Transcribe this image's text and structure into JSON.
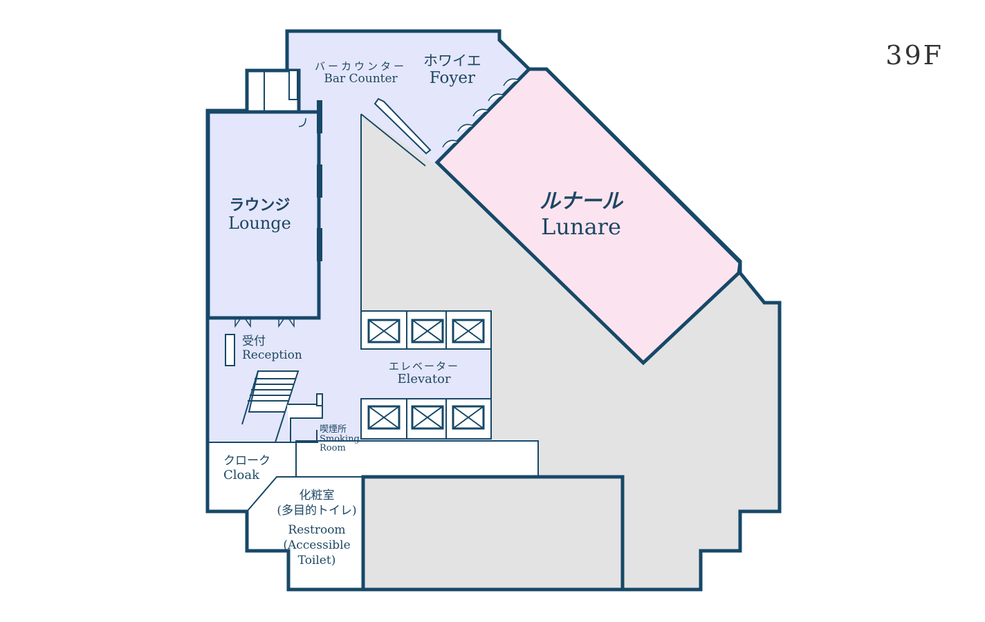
{
  "floor": "39F",
  "colors": {
    "wall": "#174868",
    "common": "#e4e6fb",
    "hall": "#fbe4ef",
    "service": "#e3e3e3"
  },
  "rooms": {
    "bar": {
      "ja": "バーカウンター",
      "en": "Bar Counter"
    },
    "foyer": {
      "ja": "ホワイエ",
      "en": "Foyer"
    },
    "lounge": {
      "ja": "ラウンジ",
      "en": "Lounge"
    },
    "lunare": {
      "ja": "ルナール",
      "en": "Lunare"
    },
    "reception": {
      "ja": "受付",
      "en": "Reception"
    },
    "elevator": {
      "ja": "エレベーター",
      "en": "Elevator"
    },
    "smoking": {
      "ja": "喫煙所",
      "en1": "Smoking",
      "en2": "Room"
    },
    "cloak": {
      "ja": "クローク",
      "en": "Cloak"
    },
    "restroom": {
      "ja": "化粧室",
      "ja2": "(多目的トイレ)",
      "en1": "Restroom",
      "en2": "(Accessible",
      "en3": "Toilet)"
    }
  }
}
